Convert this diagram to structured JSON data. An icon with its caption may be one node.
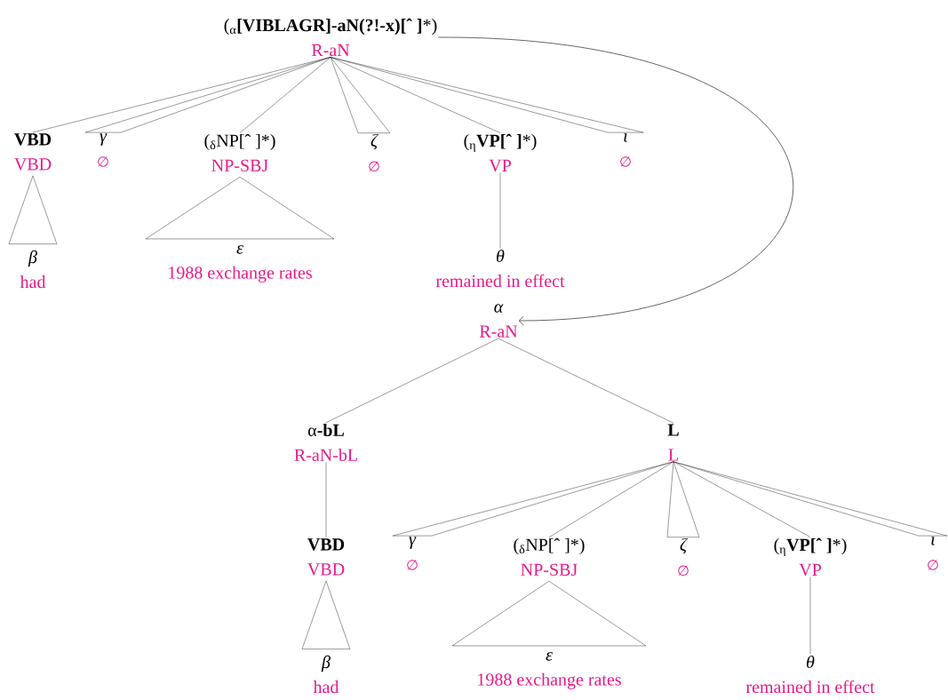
{
  "diagram": {
    "nodes": [
      {
        "text": [
          "($_{α}$**[VIBLAGR]-aN(?!-x)[ˆ ]***)",
          "R-aN"
        ]
      },
      {
        "text": [
          "VBD",
          "VBD"
        ]
      },
      {
        "text": [
          "β",
          "had"
        ]
      },
      {
        "text": [
          "γ",
          "∅"
        ]
      },
      {
        "text": [
          "($_{δ}$NP[ˆ ]*)",
          "NP-SBJ"
        ]
      },
      {
        "text": [
          "ε",
          "1988 exchange rates"
        ]
      },
      {
        "text": [
          "ζ",
          "∅"
        ]
      },
      {
        "text": [
          "($_{η}$**VP[ˆ ]***)",
          "VP"
        ]
      },
      {
        "text": [
          "θ",
          "remained in effect"
        ]
      },
      {
        "text": [
          "ι",
          "∅"
        ]
      },
      {
        "text": [
          "α",
          "R-aN"
        ]
      },
      {
        "text": [
          "α**-bL**",
          "R-aN-bL"
        ]
      },
      {
        "text": [
          "L",
          "L"
        ]
      },
      {
        "text": [
          "VBD",
          "VBD"
        ]
      },
      {
        "text": [
          "β",
          "had"
        ]
      },
      {
        "text": [
          "γ",
          "∅"
        ]
      },
      {
        "text": [
          "($_{δ}$NP[ˆ ]*)",
          "NP-SBJ"
        ]
      },
      {
        "text": [
          "ε",
          "1988 exchange rates"
        ]
      },
      {
        "text": [
          "ζ",
          "∅"
        ]
      },
      {
        "text": [
          "($_{η}$**VP[ˆ ]***)",
          "VP"
        ]
      },
      {
        "text": [
          "θ",
          "remained in effect"
        ]
      },
      {
        "text": [
          "ι",
          "∅"
        ]
      }
    ],
    "edges": [
      {
        "from": 0,
        "to": 1,
        "arrow": "none"
      },
      {
        "from": 0,
        "to": 3,
        "arrow": "none"
      },
      {
        "from": 0,
        "to": 4,
        "arrow": "none"
      },
      {
        "from": 0,
        "to": 6,
        "arrow": "none"
      },
      {
        "from": 0,
        "to": 7,
        "arrow": "none"
      },
      {
        "from": 0,
        "to": 9,
        "arrow": "none"
      },
      {
        "from": 1,
        "to": 2,
        "arrow": "none"
      },
      {
        "from": 4,
        "to": 5,
        "arrow": "none"
      },
      {
        "from": 7,
        "to": 8,
        "arrow": "none"
      },
      {
        "from": 0,
        "to": 10,
        "arrow": "to"
      },
      {
        "from": 10,
        "to": 11,
        "arrow": "none"
      },
      {
        "from": 10,
        "to": 12,
        "arrow": "none"
      },
      {
        "from": 11,
        "to": 13,
        "arrow": "none"
      },
      {
        "from": 13,
        "to": 14,
        "arrow": "none"
      },
      {
        "from": 12,
        "to": 15,
        "arrow": "none"
      },
      {
        "from": 12,
        "to": 16,
        "arrow": "none"
      },
      {
        "from": 12,
        "to": 18,
        "arrow": "none"
      },
      {
        "from": 12,
        "to": 19,
        "arrow": "none"
      },
      {
        "from": 12,
        "to": 21,
        "arrow": "none"
      },
      {
        "from": 16,
        "to": 17,
        "arrow": "none"
      },
      {
        "from": 19,
        "to": 20,
        "arrow": "none"
      }
    ]
  }
}
